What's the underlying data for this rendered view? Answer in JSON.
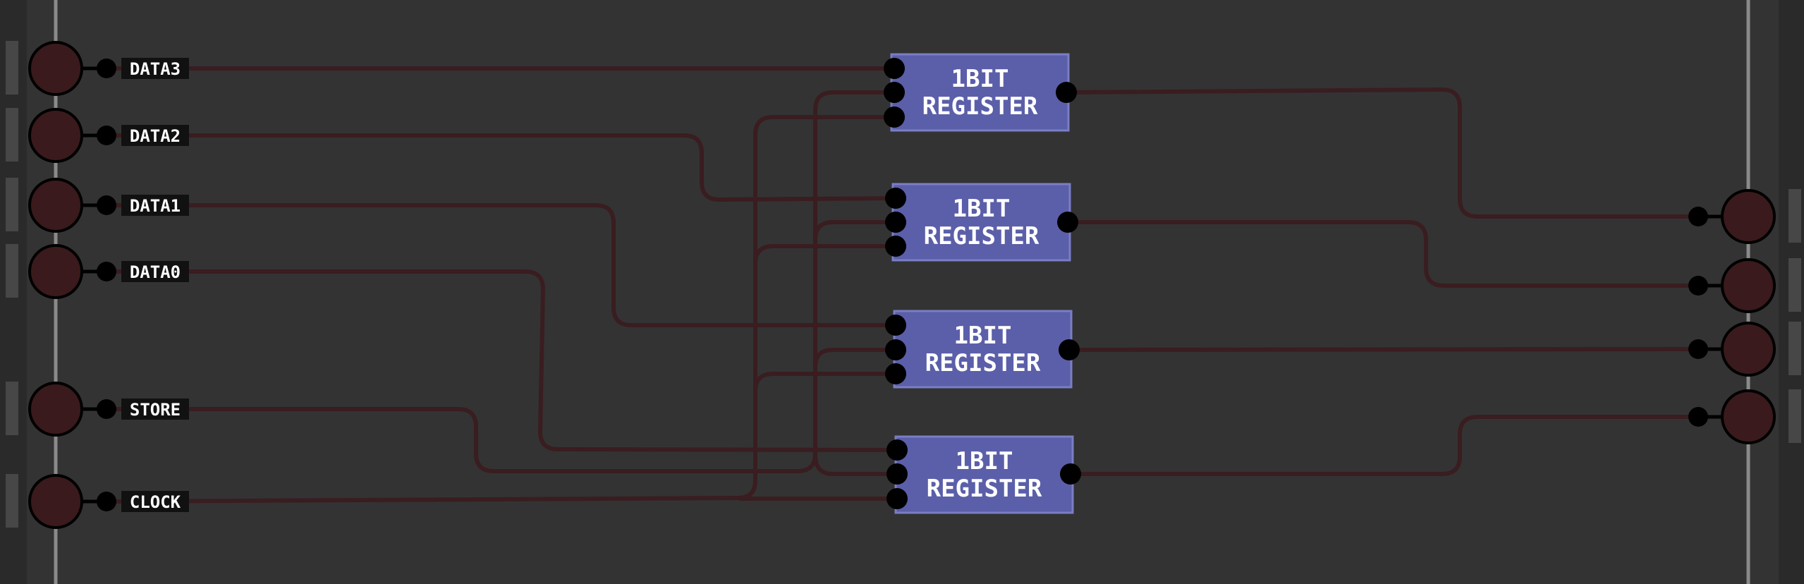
{
  "colors": {
    "background": "#333333",
    "rail": "#2a2a2a",
    "rail_line": "#8a8a8a",
    "pin_fill": "#3a1a1c",
    "wire": "#3a1d20",
    "chip_fill": "#5b5fa9",
    "chip_border": "#7a7ec4",
    "label_bg": "#111111",
    "label_text": "#ffffff"
  },
  "inputs": [
    {
      "id": "data3",
      "label": "DATA3"
    },
    {
      "id": "data2",
      "label": "DATA2"
    },
    {
      "id": "data1",
      "label": "DATA1"
    },
    {
      "id": "data0",
      "label": "DATA0"
    },
    {
      "id": "store",
      "label": "STORE"
    },
    {
      "id": "clock",
      "label": "CLOCK"
    }
  ],
  "chips": [
    {
      "id": "reg3",
      "line1": "1BIT",
      "line2": "REGISTER"
    },
    {
      "id": "reg2",
      "line1": "1BIT",
      "line2": "REGISTER"
    },
    {
      "id": "reg1",
      "line1": "1BIT",
      "line2": "REGISTER"
    },
    {
      "id": "reg0",
      "line1": "1BIT",
      "line2": "REGISTER"
    }
  ],
  "outputs": [
    {
      "id": "out3"
    },
    {
      "id": "out2"
    },
    {
      "id": "out1"
    },
    {
      "id": "out0"
    }
  ],
  "icons": {
    "input_pin": "circle-toggle-icon",
    "output_pin": "circle-indicator-icon",
    "connector": "dot-connector-icon"
  }
}
